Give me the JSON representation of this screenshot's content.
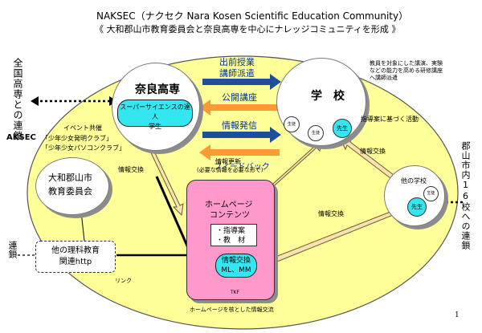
{
  "title": "NAKSEC（ナクセク Nara Kosen Scientific Education Community）",
  "subtitle": "《 大和郡山市教育委員会と奈良高専を中心にナレッジコミュニティを形成 》",
  "left_vertical": "全国高専との連鎖",
  "left_aksec": "AKSEC",
  "right_vertical": "郡山市内16校への連鎖",
  "left_chain": "連鎖",
  "nara": {
    "title": "奈良高専",
    "pill_line1": "スーパーサイエンスの達人",
    "pill_line2": "学生"
  },
  "school": {
    "title": "学　校",
    "note_line1": "教員を対象にした講演、実験",
    "note_line2": "などの能力を高める研修講座",
    "note_line3": "へ講師派遣",
    "guidance": "指導案に基づく活動",
    "small1": "生徒",
    "small2": "生徒",
    "teacher": "先生"
  },
  "other_school": {
    "title": "他の学校",
    "small": "生徒",
    "teacher": "先生"
  },
  "arrows": {
    "dispatch_line1": "出前授業",
    "dispatch_line2": "講師派遣",
    "open_lecture": "公開講座",
    "info_send": "情報発信",
    "feedback": "フィードバック"
  },
  "event": {
    "label": "イベント共催",
    "club1": "「少年少女発明クラブ」",
    "club2": "「少年少女パソコンクラブ」"
  },
  "board": {
    "line1": "大和郡山市",
    "line2": "教育委員会"
  },
  "info_exchange_left": "情報交換",
  "info_exchange_right": "情報交換",
  "info_exchange_bottom": "情報交換",
  "info_update_line1": "情報更新",
  "info_update_line2": "(必要な情報を必要な形で)",
  "homepage": {
    "title_line1": "ホームページ",
    "title_line2": "コンテンツ",
    "box_line1": "・指導案",
    "box_line2": "・教　材",
    "pill_line1": "情報交換",
    "pill_line2": "ML、MM",
    "tkf": "TKF"
  },
  "other_science": {
    "line1": "他の理科教育",
    "line2": "関連http"
  },
  "link": "リンク",
  "footer": "ホームページを核とした情報交流",
  "page_number": "1",
  "colors": {
    "big_ellipse": "#ffff99",
    "pill": "#33e6f0",
    "homepage": "#ff99cc",
    "arrow_blue": "#1f4e9c",
    "arrow_orange": "#ff9933",
    "double_arrow": "#f7e2b0"
  }
}
